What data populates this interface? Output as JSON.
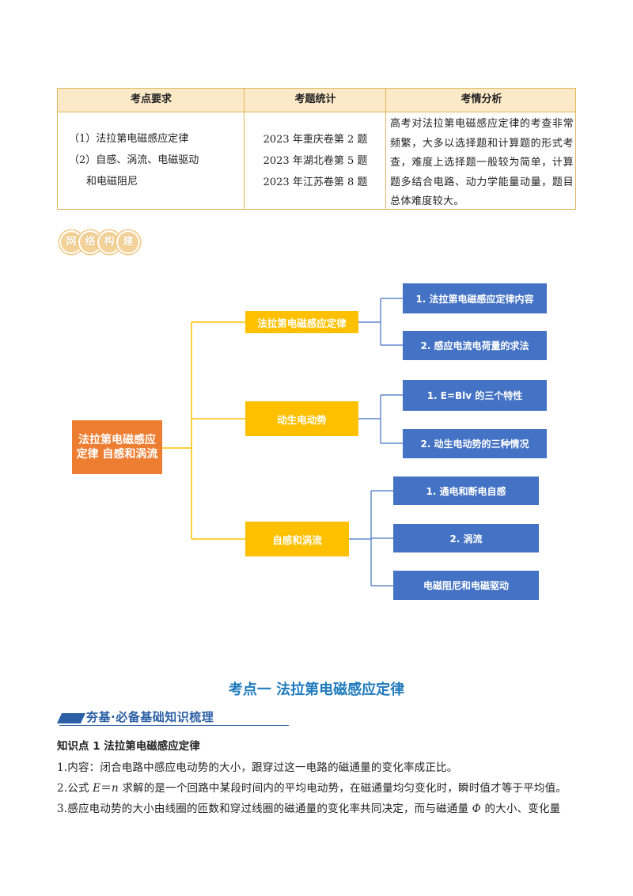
{
  "table": {
    "headers": [
      "考点要求",
      "考题统计",
      "考情分析"
    ],
    "requirements": [
      "（1）法拉第电磁感应定律",
      "（2）自感、涡流、电磁驱动",
      "和电磁阻尼"
    ],
    "statistics": [
      "2023 年重庆卷第 2 题",
      "2023 年湖北卷第 5 题",
      "2023 年江苏卷第 8 题"
    ],
    "analysis": "高考对法拉第电磁感应定律的考查非常频繁，大多以选择题和计算题的形式考查，难度上选择题一般较为简单，计算题多结合电路、动力学能量动量，题目总体难度较大。"
  },
  "badge": {
    "chars": [
      "网",
      "络",
      "构",
      "建"
    ]
  },
  "mindmap": {
    "root": "法拉第电磁感应定律  自感和涡流",
    "branches": [
      {
        "label": "法拉第电磁感应定律",
        "children": [
          "1. 法拉第电磁感应定律内容",
          "2. 感应电流电荷量的求法"
        ]
      },
      {
        "label": "动生电动势",
        "children": [
          "1. E=Blv 的三个特性",
          "2. 动生电动势的三种情况"
        ]
      },
      {
        "label": "自感和涡流",
        "children": [
          "1. 通电和断电自感",
          "2. 涡流",
          "电磁阻尼和电磁驱动"
        ]
      }
    ],
    "colors": {
      "root": "#ed7d31",
      "branch": "#ffc000",
      "leaf": "#4472c4",
      "line": "#ffc000",
      "leaf_line": "#4472c4"
    }
  },
  "section": {
    "title": "考点一  法拉第电磁感应定律",
    "bar_label": "夯基·必备基础知识梳理",
    "knowledge_point": "知识点 1  法拉第电磁感应定律",
    "p1": "1.内容：闭合电路中感应电动势的大小，跟穿过这一电路的磁通量的变化率成正比。",
    "p2_a": "2.公式 ",
    "p2_formula": "E",
    "p2_b": "＝",
    "p2_n": "n",
    "p2_c": " 求解的是一个回路中某段时间内的平均电动势，在磁通量均匀变化时，瞬时值才等于平均值。",
    "p3_a": "3.感应电动势的大小由线圈的匝数和穿过线圈的磁通量的变化率共同决定，而与磁通量 ",
    "p3_phi": "Φ",
    "p3_b": " 的大小、变化量"
  }
}
